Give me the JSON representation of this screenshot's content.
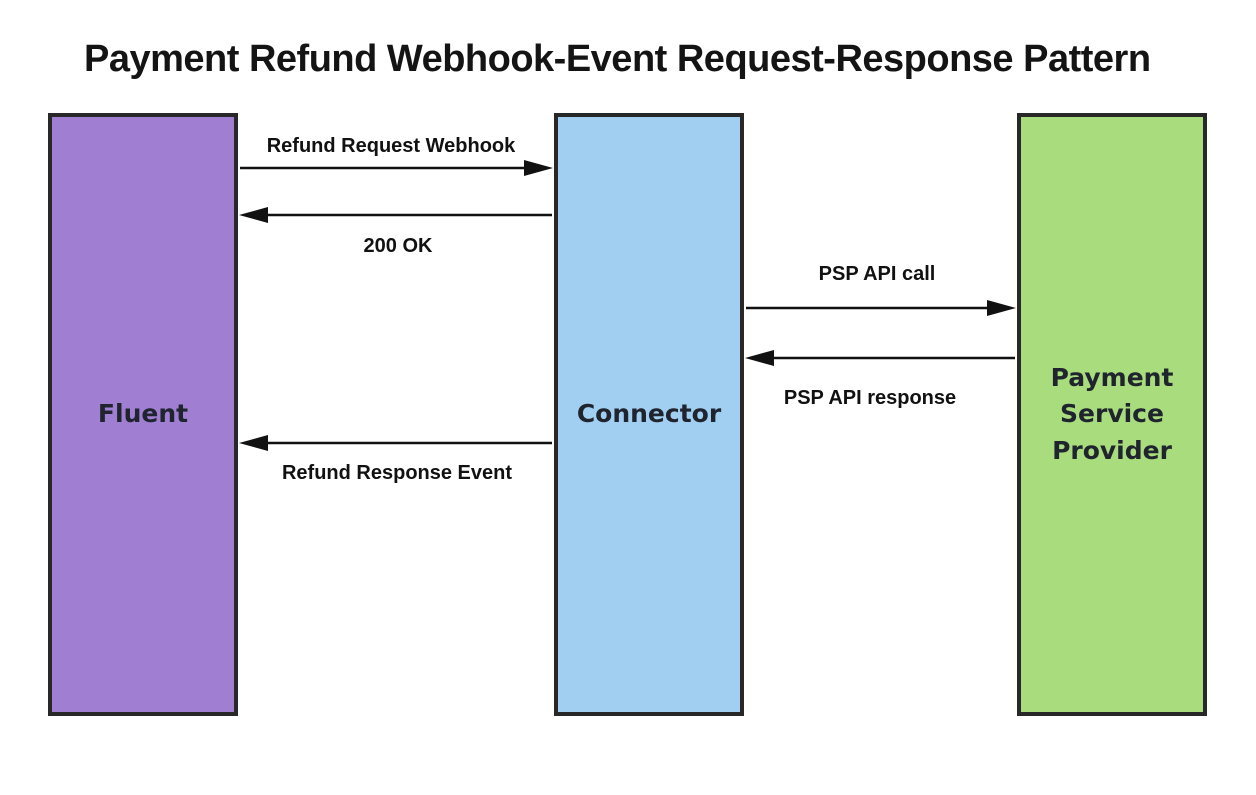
{
  "title": "Payment Refund Webhook-Event Request-Response Pattern",
  "colors": {
    "fluent": "#a07fd3",
    "connector": "#a1cff1",
    "psp": "#a8dc7d",
    "border": "#282828"
  },
  "actors": [
    {
      "id": "fluent",
      "label": "Fluent"
    },
    {
      "id": "connector",
      "label": "Connector"
    },
    {
      "id": "psp",
      "label": "Payment Service Provider"
    }
  ],
  "messages": [
    {
      "label": "Refund Request Webhook",
      "from": "fluent",
      "to": "connector",
      "direction": "right"
    },
    {
      "label": "200 OK",
      "from": "connector",
      "to": "fluent",
      "direction": "left"
    },
    {
      "label": "PSP API call",
      "from": "connector",
      "to": "psp",
      "direction": "right"
    },
    {
      "label": "PSP API response",
      "from": "psp",
      "to": "connector",
      "direction": "left"
    },
    {
      "label": "Refund Response Event",
      "from": "connector",
      "to": "fluent",
      "direction": "left"
    }
  ]
}
